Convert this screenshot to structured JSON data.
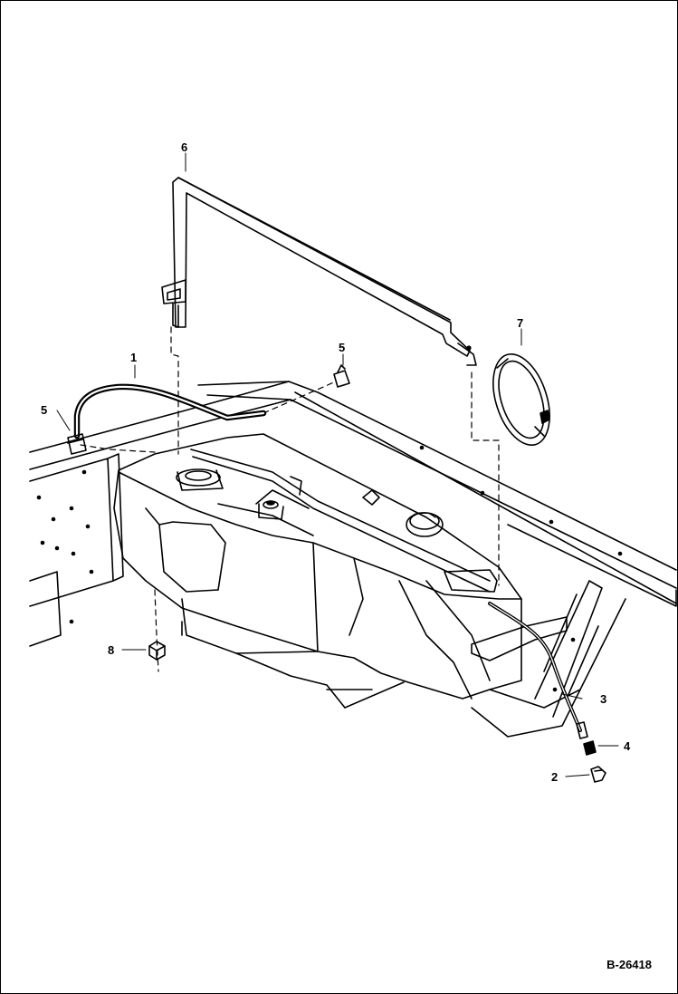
{
  "callouts": {
    "c1": "1",
    "c2": "2",
    "c3": "3",
    "c4": "4",
    "c5a": "5",
    "c5b": "5",
    "c6": "6",
    "c7": "7",
    "c8": "8"
  },
  "drawing_number": "B-26418"
}
